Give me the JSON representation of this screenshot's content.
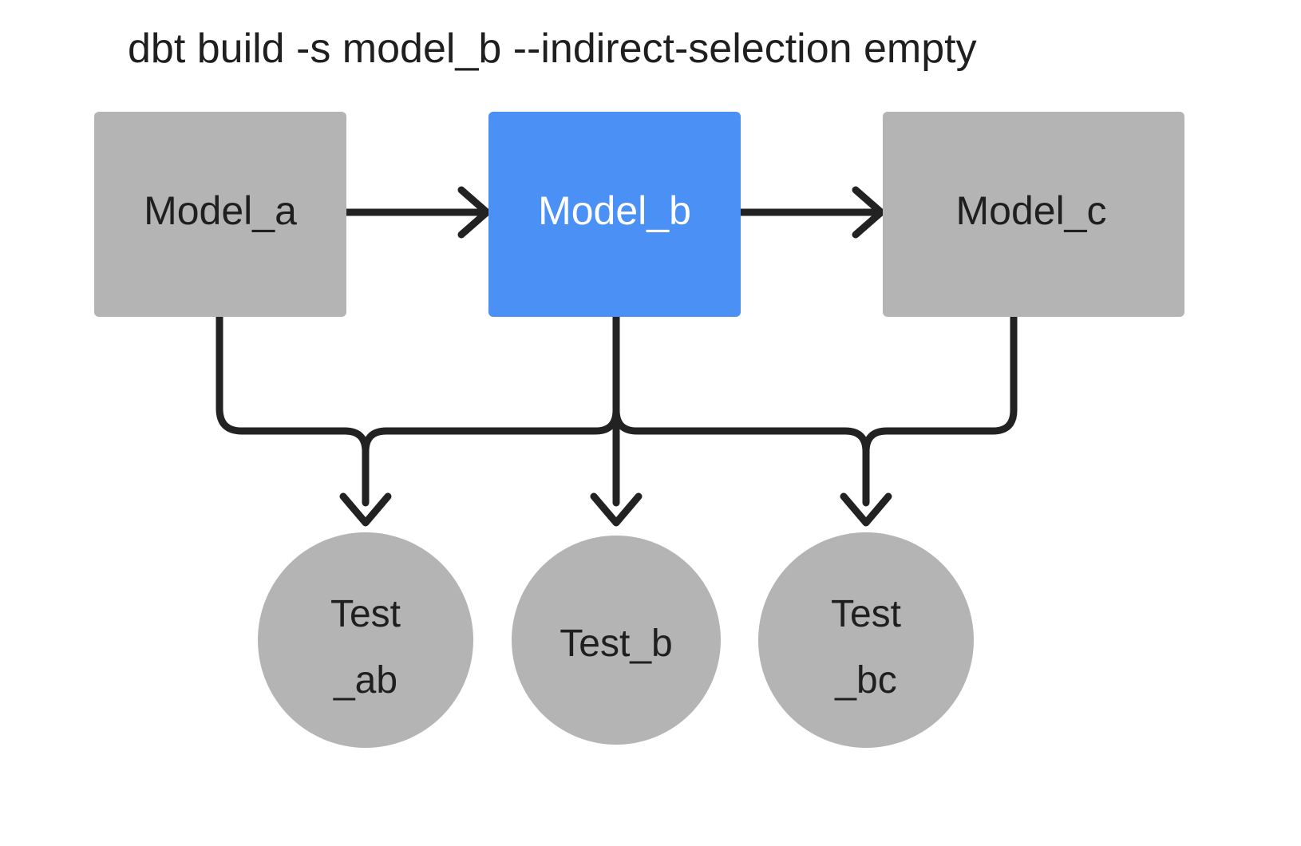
{
  "title": "dbt build -s model_b --indirect-selection empty",
  "colors": {
    "background": "#ffffff",
    "node_gray": "#b4b4b4",
    "node_selected_blue": "#4a90f5",
    "edge": "#222222",
    "text_dark": "#1f1f1f",
    "text_light": "#ffffff"
  },
  "models": [
    {
      "id": "model_a",
      "label": "Model_a",
      "shape": "rect",
      "fill": "gray",
      "selected": false
    },
    {
      "id": "model_b",
      "label": "Model_b",
      "shape": "rect",
      "fill": "blue",
      "selected": true
    },
    {
      "id": "model_c",
      "label": "Model_c",
      "shape": "rect",
      "fill": "gray",
      "selected": false
    }
  ],
  "tests": [
    {
      "id": "test_ab",
      "label": "Test_ab",
      "line1": "Test",
      "line2": "_ab",
      "shape": "circle",
      "fill": "gray"
    },
    {
      "id": "test_b",
      "label": "Test_b",
      "line1": "Test_b",
      "line2": "",
      "shape": "circle",
      "fill": "gray"
    },
    {
      "id": "test_bc",
      "label": "Test_bc",
      "line1": "Test",
      "line2": "_bc",
      "shape": "circle",
      "fill": "gray"
    }
  ],
  "edges": [
    {
      "from": "model_a",
      "to": "model_b",
      "style": "straight-arrow"
    },
    {
      "from": "model_b",
      "to": "model_c",
      "style": "straight-arrow"
    },
    {
      "from": "model_a",
      "to": "test_ab",
      "style": "elbow-arrow"
    },
    {
      "from": "model_b",
      "to": "test_ab",
      "style": "elbow-arrow"
    },
    {
      "from": "model_b",
      "to": "test_b",
      "style": "straight-arrow"
    },
    {
      "from": "model_b",
      "to": "test_bc",
      "style": "elbow-arrow"
    },
    {
      "from": "model_c",
      "to": "test_bc",
      "style": "elbow-arrow"
    }
  ],
  "chart_data": {
    "type": "diagram",
    "title": "dbt build -s model_b --indirect-selection empty",
    "nodes": [
      {
        "name": "Model_a",
        "type": "model",
        "state": "unselected"
      },
      {
        "name": "Model_b",
        "type": "model",
        "state": "selected"
      },
      {
        "name": "Model_c",
        "type": "model",
        "state": "unselected"
      },
      {
        "name": "Test_ab",
        "type": "test",
        "state": "unselected"
      },
      {
        "name": "Test_b",
        "type": "test",
        "state": "unselected"
      },
      {
        "name": "Test_bc",
        "type": "test",
        "state": "unselected"
      }
    ],
    "links": [
      [
        "Model_a",
        "Model_b"
      ],
      [
        "Model_b",
        "Model_c"
      ],
      [
        "Model_a",
        "Test_ab"
      ],
      [
        "Model_b",
        "Test_ab"
      ],
      [
        "Model_b",
        "Test_b"
      ],
      [
        "Model_b",
        "Test_bc"
      ],
      [
        "Model_c",
        "Test_bc"
      ]
    ]
  }
}
